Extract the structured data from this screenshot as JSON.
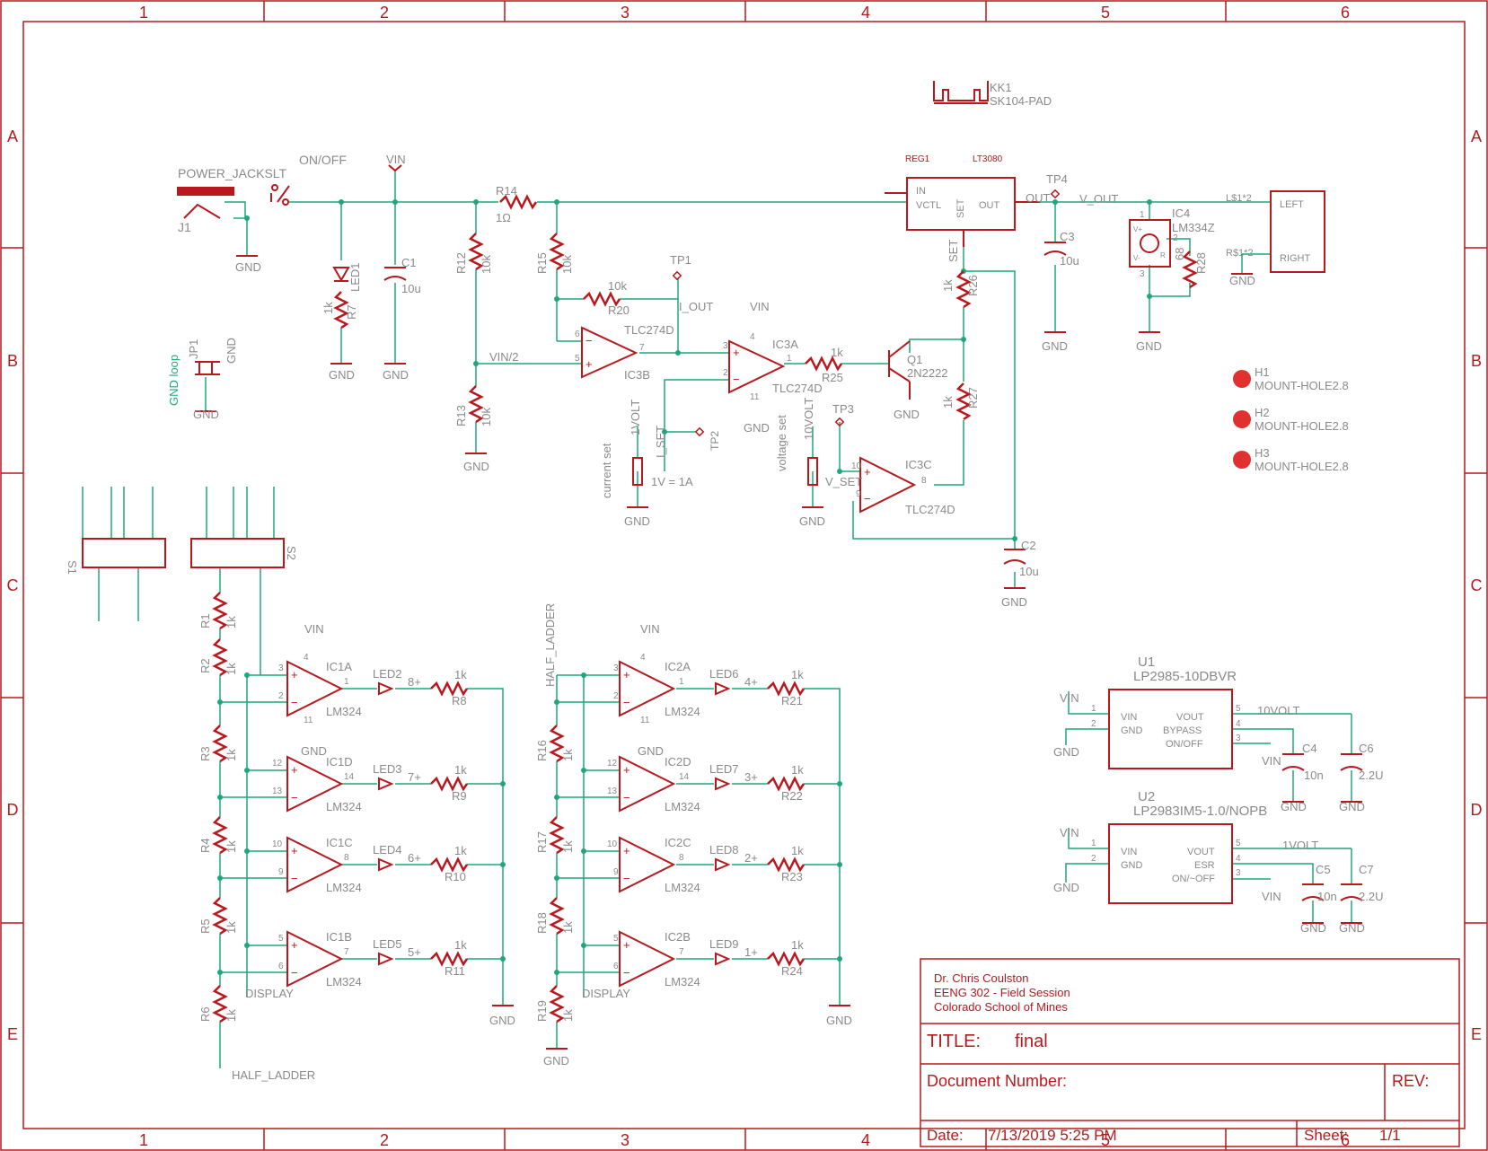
{
  "colors": {
    "frame": "#b8181e",
    "wire": "#1fa77a",
    "label": "#8a8a8a",
    "junction": "#1fa77a"
  },
  "border": {
    "columns": [
      "1",
      "2",
      "3",
      "4",
      "5",
      "6"
    ],
    "rows": [
      "A",
      "B",
      "C",
      "D",
      "E"
    ]
  },
  "title_block": {
    "author": "Dr. Chris Coulston",
    "course": "EENG 302 - Field Session",
    "school": "Colorado School of Mines",
    "title_label": "TITLE:",
    "title_value": "final",
    "doc_label": "Document Number:",
    "rev_label": "REV:",
    "date_label": "Date:",
    "date_value": "7/13/2019 5:25 PM",
    "sheet_label": "Sheet:",
    "sheet_value": "1/1"
  },
  "labels": {
    "power_jack": "POWER_JACKSLT",
    "on_off": "ON/OFF",
    "j1": "J1",
    "vin": "VIN",
    "gnd": "GND",
    "r14": "R14",
    "r14_val": "1Ω",
    "led1": "LED1",
    "r7": "R7",
    "k1": "1k",
    "c1": "C1",
    "u10": "10u",
    "r12": "R12",
    "k10": "10k",
    "r15": "R15",
    "r20": "R20",
    "tp1": "TP1",
    "i_out": "I_OUT",
    "tlc274d": "TLC274D",
    "ic3b": "IC3B",
    "ic3a": "IC3A",
    "ic3c": "IC3C",
    "vin2": "VIN/2",
    "r13": "R13",
    "r25": "R25",
    "q1": "Q1",
    "q1_val": "2N2222",
    "r26": "R26",
    "r27": "R27",
    "reg1": "REG1",
    "lt3080": "LT3080",
    "pin_in": "IN",
    "pin_vctl": "VCTL",
    "pin_set": "SET",
    "pin_out": "OUT",
    "set_net": "SET",
    "kk1": "KK1",
    "kk1_val": "SK104-PAD",
    "tp4": "TP4",
    "out_net": "OUT",
    "v_out": "V_OUT",
    "c3": "C3",
    "ic4": "IC4",
    "lm334z": "LM334Z",
    "r28": "R28",
    "r68": "68",
    "ls1": "L$1*2",
    "rs1": "R$1*2",
    "left": "LEFT",
    "right": "RIGHT",
    "h1": "H1",
    "h2": "H2",
    "h3": "H3",
    "mount": "MOUNT-HOLE2.8",
    "gnd_loop": "GND loop",
    "jp1": "JP1",
    "one_volt": "1VOLT",
    "i_set": "I_SET",
    "tp2": "TP2",
    "current_set": "current set",
    "one_v_amp": "1V = 1A",
    "ten_volt": "10VOLT",
    "tp3": "TP3",
    "voltage_set": "voltage set",
    "v_set": "V_SET",
    "c2": "C2",
    "s1": "S1",
    "s2": "S2",
    "r1": "R1",
    "r2": "R2",
    "r3": "R3",
    "r4": "R4",
    "r5": "R5",
    "r6": "R6",
    "display": "DISPLAY",
    "half_ladder": "HALF_LADDER",
    "lm324": "LM324",
    "ic1a": "IC1A",
    "ic1d": "IC1D",
    "ic1c": "IC1C",
    "ic1b": "IC1B",
    "ic2a": "IC2A",
    "ic2d": "IC2D",
    "ic2c": "IC2C",
    "ic2b": "IC2B",
    "led2": "LED2",
    "led3": "LED3",
    "led4": "LED4",
    "led5": "LED5",
    "led6": "LED6",
    "led7": "LED7",
    "led8": "LED8",
    "led9": "LED9",
    "n8": "8+",
    "n7": "7+",
    "n6": "6+",
    "n5": "5+",
    "n4": "4+",
    "n3": "3+",
    "n2": "2+",
    "n1": "1+",
    "r8": "R8",
    "r9": "R9",
    "r10": "R10",
    "r11": "R11",
    "r16": "R16",
    "r17": "R17",
    "r18": "R18",
    "r19": "R19",
    "r21": "R21",
    "r22": "R22",
    "r23": "R23",
    "r24": "R24",
    "u1": "U1",
    "u1_part": "LP2985-10DBVR",
    "u2": "U2",
    "u2_part": "LP2983IM5-1.0/NOPB",
    "u_vin": "VIN",
    "u_gnd": "GND",
    "u_vout": "VOUT",
    "u_bypass": "BYPASS",
    "u1_onoff": "ON/OFF",
    "u_esr": "ESR",
    "u2_onoff": "ON/~OFF",
    "c4": "C4",
    "c5": "C5",
    "c6": "C6",
    "c7": "C7",
    "n10": "10n",
    "u22": "2.2U",
    "p1": "1",
    "p2": "2",
    "p3": "3",
    "p4": "4",
    "p5": "5",
    "p6": "6",
    "p7": "7",
    "p8": "8",
    "p9": "9",
    "p10": "10",
    "p11": "11",
    "p12": "12",
    "p13": "13",
    "p14": "14",
    "plus": "+",
    "minus": "−",
    "vplus": "V+",
    "vminus": "V-",
    "rpin": "R"
  }
}
